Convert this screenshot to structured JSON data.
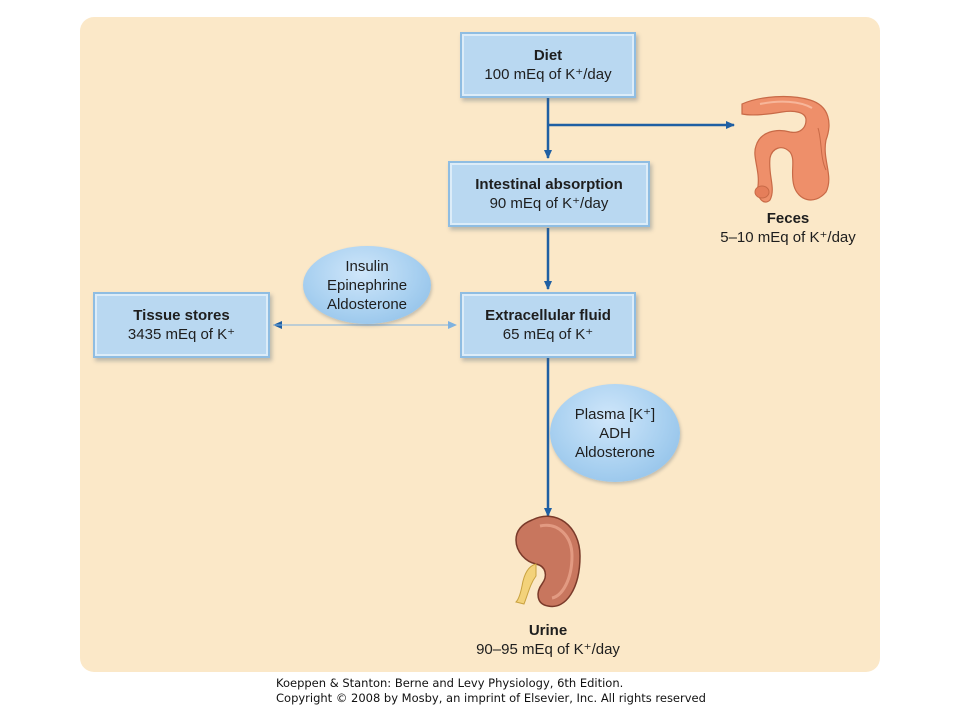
{
  "diet": {
    "title": "Diet",
    "value": "100 mEq of K⁺/day"
  },
  "intestinal": {
    "title": "Intestinal absorption",
    "value": "90 mEq of K⁺/day"
  },
  "ecf": {
    "title": "Extracellular fluid",
    "value": "65 mEq of K⁺"
  },
  "tissue": {
    "title": "Tissue stores",
    "value": "3435 mEq of K⁺"
  },
  "feces": {
    "title": "Feces",
    "value": "5–10 mEq of K⁺/day"
  },
  "urine": {
    "title": "Urine",
    "value": "90–95 mEq of K⁺/day"
  },
  "regulators_tissue": [
    "Insulin",
    "Epinephrine",
    "Aldosterone"
  ],
  "regulators_kidney": [
    "Plasma [K⁺]",
    "ADH",
    "Aldosterone"
  ],
  "credit": {
    "line1": "Koeppen & Stanton: Berne and Levy Physiology, 6th Edition.",
    "line2": "Copyright © 2008 by Mosby, an imprint of Elsevier, Inc. All rights reserved"
  },
  "colors": {
    "panel": "#fbe8c8",
    "box": "#b9d8f1",
    "arrow": "#1f5fa3",
    "arrow_light": "#7fb2e0",
    "intestine": "#ee8f6a",
    "kidney": "#c8765e"
  }
}
